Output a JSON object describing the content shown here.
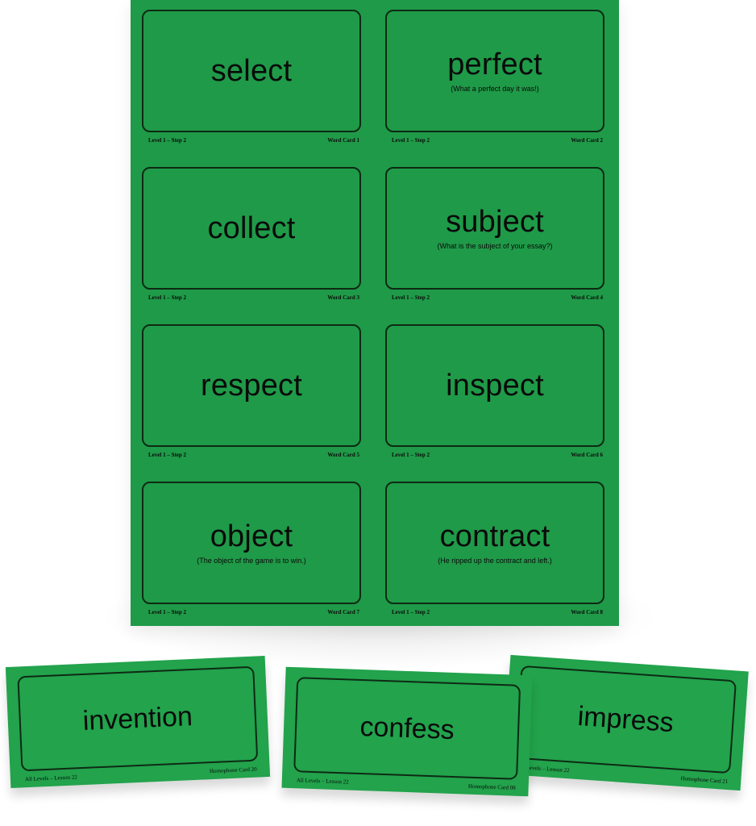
{
  "sheet": {
    "cards": [
      {
        "word": "select",
        "sentence": "",
        "left": "Level 1 – Step 2",
        "right": "Word Card 1"
      },
      {
        "word": "perfect",
        "sentence": "(What a perfect day it was!)",
        "left": "Level 1 – Step 2",
        "right": "Word Card 2"
      },
      {
        "word": "collect",
        "sentence": "",
        "left": "Level 1 – Step 2",
        "right": "Word Card 3"
      },
      {
        "word": "subject",
        "sentence": "(What is the subject of your essay?)",
        "left": "Level 1 – Step 2",
        "right": "Word Card 4"
      },
      {
        "word": "respect",
        "sentence": "",
        "left": "Level 1 – Step 2",
        "right": "Word Card 5"
      },
      {
        "word": "inspect",
        "sentence": "",
        "left": "Level 1 – Step 2",
        "right": "Word Card 6"
      },
      {
        "word": "object",
        "sentence": "(The object of the game is to win.)",
        "left": "Level 1 – Step 2",
        "right": "Word Card 7"
      },
      {
        "word": "contract",
        "sentence": "(He ripped up the contract and left.)",
        "left": "Level 1 – Step 2",
        "right": "Word Card 8"
      }
    ]
  },
  "loose_cards": [
    {
      "word": "invention",
      "left": "All Levels – Lesson 22",
      "right": "Homophone Card 20"
    },
    {
      "word": "confess",
      "left": "All Levels – Lesson 22",
      "right": "Homophone Card 08"
    },
    {
      "word": "impress",
      "left": "All Levels – Lesson 22",
      "right": "Homophone Card 21"
    }
  ],
  "colors": {
    "card_green": "#1f9a48",
    "ink": "#0a0a0a"
  }
}
